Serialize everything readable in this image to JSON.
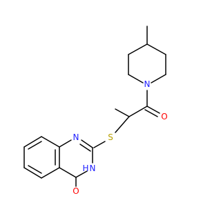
{
  "colors": {
    "background": "#ffffff",
    "bond": "#000000",
    "nitrogen": "#2020ff",
    "oxygen": "#ff0000",
    "sulfur": "#b8a000"
  },
  "atoms": {
    "n_piperidine": "N",
    "o_amide": "O",
    "s_thioether": "S",
    "n1_quinazoline": "N",
    "n3_quinazoline": "N",
    "h_n3": "H",
    "o_quinazolinone": "O"
  }
}
